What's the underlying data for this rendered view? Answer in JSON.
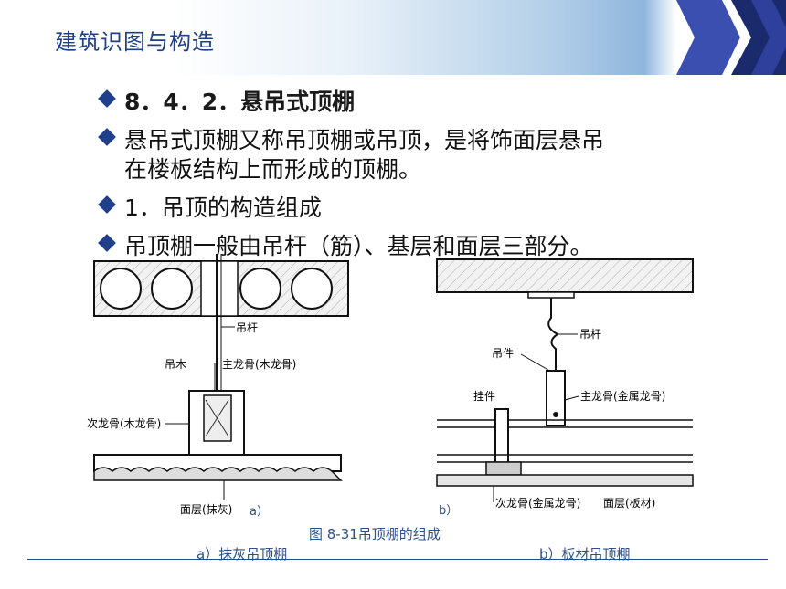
{
  "header": {
    "title": "建筑识图与构造"
  },
  "bullets": [
    {
      "text": "8．4．2．悬吊式顶棚"
    },
    {
      "line1": "悬吊式顶棚又称吊顶棚或吊顶，是将饰面层悬吊",
      "line2": "在楼板结构上而形成的顶棚。"
    },
    {
      "text": "1．吊顶的构造组成"
    },
    {
      "text": "吊顶棚一般由吊杆（筋）、基层和面层三部分。"
    }
  ],
  "figure_a": {
    "label_diaogan": "吊杆",
    "label_diaomu": "吊木",
    "label_zhulonggu": "主龙骨(木龙骨)",
    "label_cilonggu": "次龙骨(木龙骨)",
    "label_mianceng": "面层(抹灰)",
    "tag": "a）"
  },
  "figure_b": {
    "label_diaogan": "吊杆",
    "label_diaojian": "吊件",
    "label_guajian": "挂件",
    "label_zhulonggu": "主龙骨(金属龙骨)",
    "label_cilonggu": "次龙骨(金属龙骨)",
    "label_mianceng": "面层(板材)",
    "tag": "b）"
  },
  "captions": {
    "figure": "图 8-31吊顶棚的组成",
    "sub_a": "a）抹灰吊顶棚",
    "sub_b": "b）板材吊顶棚"
  },
  "colors": {
    "title": "#1f3f8a",
    "bullet": "#1f3f8a",
    "chevron_dark": "#1a2a6c",
    "chevron_light": "#3b4fb0"
  }
}
